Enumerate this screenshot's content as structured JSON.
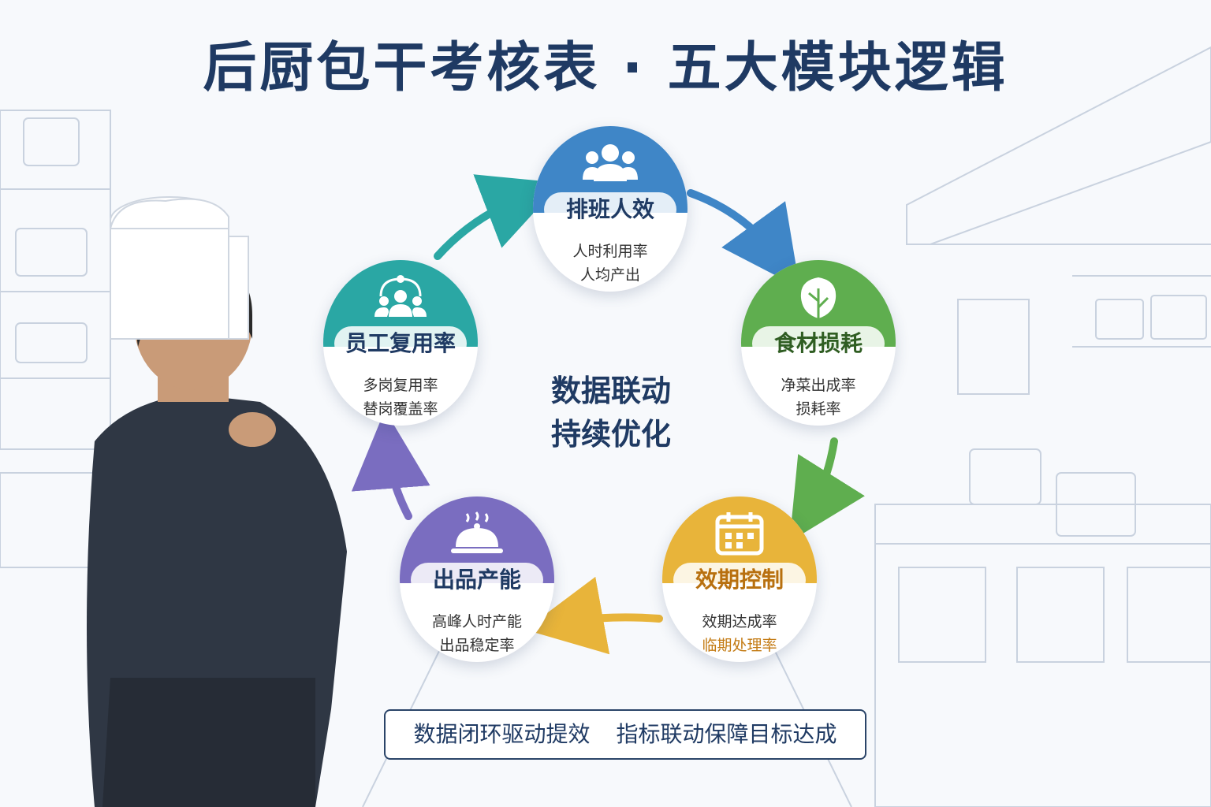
{
  "title": "后厨包干考核表 · 五大模块逻辑",
  "center": {
    "line1": "数据联动",
    "line2": "持续优化"
  },
  "modules": [
    {
      "name": "排班人效",
      "metrics": [
        "人时利用率",
        "人均产出"
      ],
      "color": "#3f86c7",
      "icon": "people-icon"
    },
    {
      "name": "食材损耗",
      "metrics": [
        "净菜出成率",
        "损耗率"
      ],
      "color": "#5fae4f",
      "icon": "vegetable-icon"
    },
    {
      "name": "效期控制",
      "metrics": [
        "效期达成率",
        "临期处理率"
      ],
      "color": "#e8b43a",
      "icon": "calendar-icon"
    },
    {
      "name": "出品产能",
      "metrics": [
        "高峰人时产能",
        "出品稳定率"
      ],
      "color": "#7a6dc0",
      "icon": "cloche-icon"
    },
    {
      "name": "员工复用率",
      "metrics": [
        "多岗复用率",
        "替岗覆盖率"
      ],
      "color": "#2aa7a4",
      "icon": "team-network-icon"
    }
  ],
  "banner": {
    "left": "数据闭环驱动提效",
    "right": "指标联动保障目标达成"
  }
}
